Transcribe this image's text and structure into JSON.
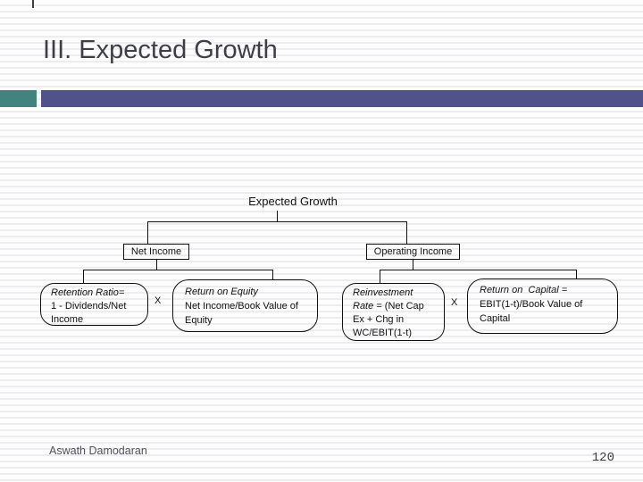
{
  "slide": {
    "title": "III. Expected Growth",
    "footer": {
      "author": "Aswath Damodaran",
      "page_number": "120"
    }
  },
  "colors": {
    "accent_teal": "#42837F",
    "accent_purple": "#52528A",
    "title_text": "#3E3E47",
    "diagram_line": "#111111"
  },
  "diagram": {
    "root": "Expected Growth",
    "left_branch": {
      "node": "Net Income",
      "factor1": {
        "line1": "Retention Ratio=",
        "line2": "1 - Dividends/Net",
        "line3": "Income"
      },
      "operator": "X",
      "factor2": {
        "line1": "Return on Equity",
        "line2": "Net Income/Book Value of",
        "line3": "Equity"
      }
    },
    "right_branch": {
      "node": "Operating Income",
      "factor1": {
        "line1": "Reinvestment",
        "line2_italic": "Rate = ",
        "line2_rest": "(Net Cap",
        "line3": "Ex + Chg in",
        "line4": "WC/EBIT(1-t)"
      },
      "operator": "X",
      "factor2": {
        "line1": "Return on  Capital =",
        "line2": "EBIT(1-t)/Book Value of",
        "line3": "Capital"
      }
    }
  }
}
